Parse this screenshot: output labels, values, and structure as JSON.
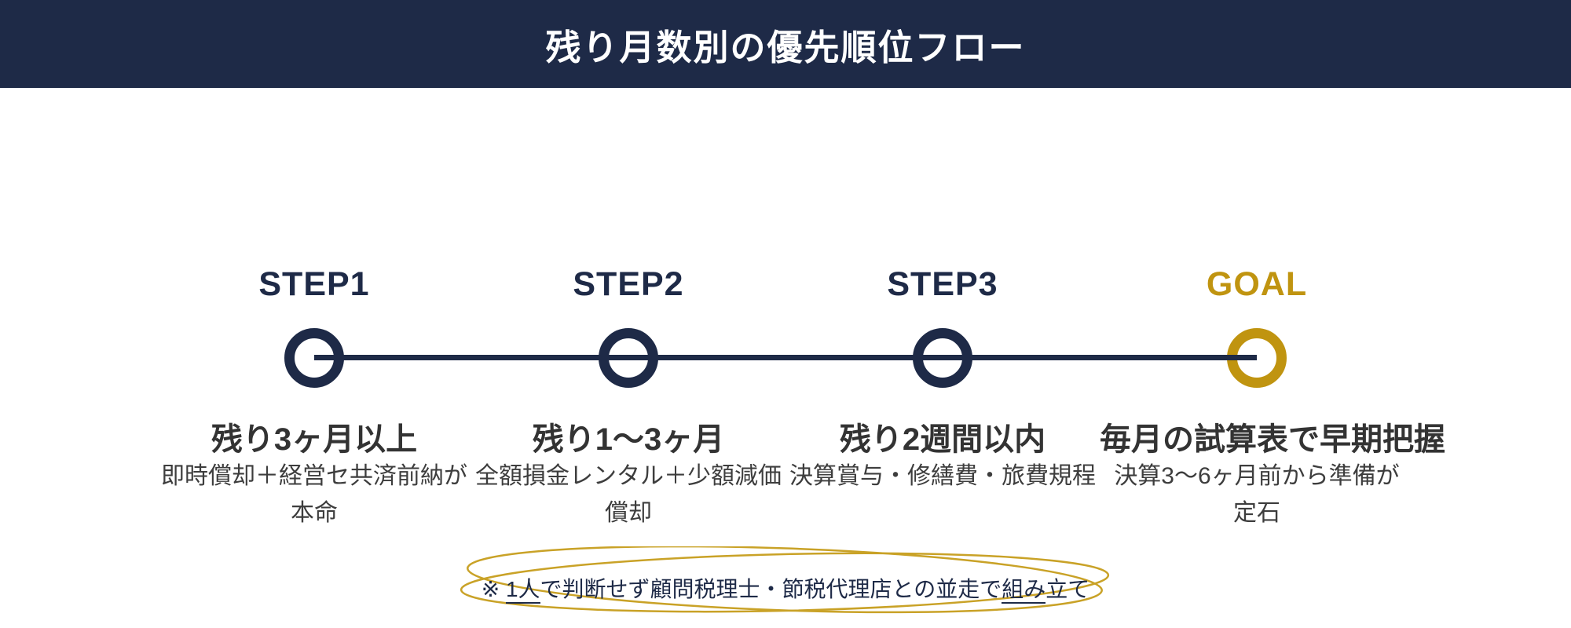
{
  "header": {
    "title": "残り月数別の優先順位フロー"
  },
  "timeline": {
    "steps": [
      {
        "label": "STEP1",
        "title": "残り3ヶ月以上",
        "description": "即時償却＋経営セ共済前納が本命",
        "marker_color": "#1e2a47"
      },
      {
        "label": "STEP2",
        "title": "残り1〜3ヶ月",
        "description": "全額損金レンタル＋少額減価償却",
        "marker_color": "#1e2a47"
      },
      {
        "label": "STEP3",
        "title": "残り2週間以内",
        "description": "決算賞与・修繕費・旅費規程",
        "marker_color": "#1e2a47"
      },
      {
        "label": "GOAL",
        "title": "毎月の試算表で早期把握",
        "description": "決算3〜6ヶ月前から準備が定石",
        "marker_color": "#c09410"
      }
    ]
  },
  "footnote": {
    "prefix": "※ ",
    "underlined_1": "1人",
    "middle": "で判断せず顧問税理士・節税代理店との並走で",
    "underlined_2": "組み",
    "suffix": "立て"
  },
  "colors": {
    "navy": "#1e2a47",
    "gold": "#c09410",
    "ellipseGold": "#c9a227",
    "titleDark": "#333333",
    "descDark": "#3d3d3d",
    "headerText": "#ffffff",
    "background": "#ffffff"
  }
}
